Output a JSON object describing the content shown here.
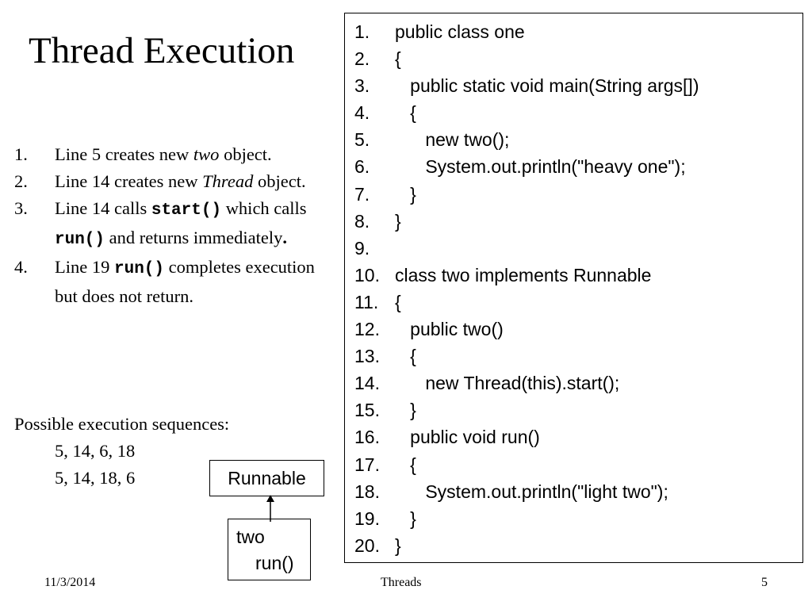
{
  "title": "Thread Execution",
  "points": [
    {
      "num": "1.",
      "parts": [
        {
          "t": "Line 5 creates new ",
          "s": "plain"
        },
        {
          "t": "two",
          "s": "italic"
        },
        {
          "t": " object.",
          "s": "plain"
        }
      ]
    },
    {
      "num": "2.",
      "parts": [
        {
          "t": "Line 14 creates new ",
          "s": "plain"
        },
        {
          "t": "Thread",
          "s": "italic"
        },
        {
          "t": " object.",
          "s": "plain"
        }
      ]
    },
    {
      "num": "3.",
      "parts": [
        {
          "t": "Line 14 calls ",
          "s": "plain"
        },
        {
          "t": "start()",
          "s": "mono"
        },
        {
          "t": " which calls ",
          "s": "plain"
        },
        {
          "t": "run()",
          "s": "mono"
        },
        {
          "t": " and returns immediately",
          "s": "plain"
        },
        {
          "t": ".",
          "s": "bold"
        }
      ]
    },
    {
      "num": "4.",
      "parts": [
        {
          "t": "Line 19  ",
          "s": "plain"
        },
        {
          "t": "run()",
          "s": "mono"
        },
        {
          "t": " completes execution but does not return.",
          "s": "plain"
        }
      ]
    }
  ],
  "sequences": {
    "label": "Possible execution sequences:",
    "items": [
      "5, 14, 6, 18",
      "5, 14, 18, 6"
    ]
  },
  "code": [
    {
      "n": "1.",
      "c": "public class one"
    },
    {
      "n": "2.",
      "c": "{"
    },
    {
      "n": "3.",
      "c": "   public static void main(String args[])"
    },
    {
      "n": "4.",
      "c": "   {"
    },
    {
      "n": "5.",
      "c": "      new two();"
    },
    {
      "n": "6.",
      "c": "      System.out.println(\"heavy one\");"
    },
    {
      "n": "7.",
      "c": "   }"
    },
    {
      "n": "8.",
      "c": "}"
    },
    {
      "n": "9.",
      "c": ""
    },
    {
      "n": "10.",
      "c": "class two implements Runnable"
    },
    {
      "n": "11.",
      "c": "{"
    },
    {
      "n": "12.",
      "c": "   public two()"
    },
    {
      "n": "13.",
      "c": "   {"
    },
    {
      "n": "14.",
      "c": "      new Thread(this).start();"
    },
    {
      "n": "15.",
      "c": "   }"
    },
    {
      "n": "16.",
      "c": "   public void run()"
    },
    {
      "n": "17.",
      "c": "   {"
    },
    {
      "n": "18.",
      "c": "      System.out.println(\"light two\");"
    },
    {
      "n": "19.",
      "c": "   }"
    },
    {
      "n": "20.",
      "c": "}"
    }
  ],
  "diagram": {
    "interface_label": "Runnable",
    "class_name": "two",
    "class_method": "run()"
  },
  "footer": {
    "date": "11/3/2014",
    "center": "Threads",
    "page": "5"
  }
}
